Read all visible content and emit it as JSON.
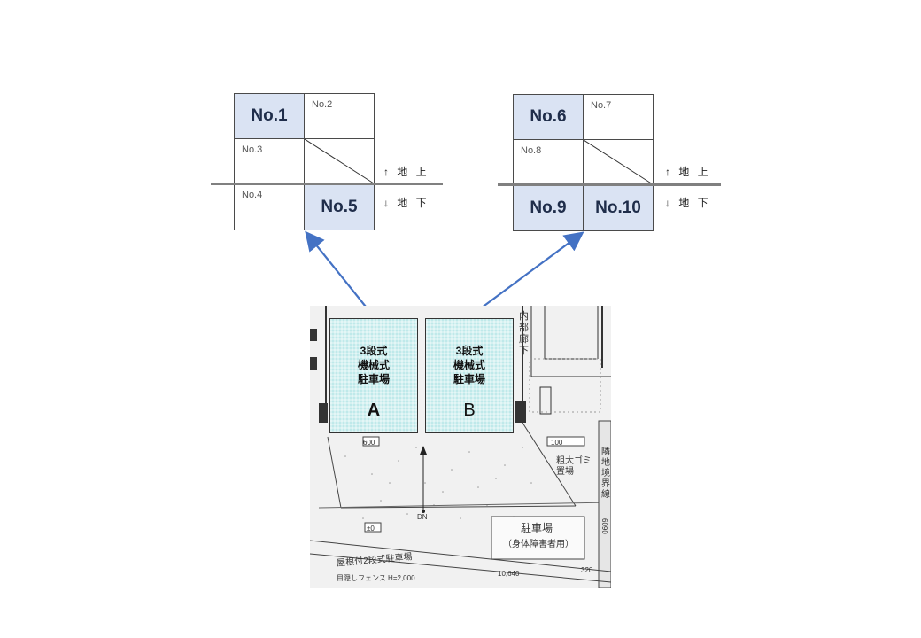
{
  "left_grid": {
    "no1": "No.1",
    "no2": "No.2",
    "no3": "No.3",
    "no4": "No.4",
    "no5": "No.5"
  },
  "right_grid": {
    "no6": "No.6",
    "no7": "No.7",
    "no8": "No.8",
    "no9": "No.9",
    "no10": "No.10"
  },
  "levels": {
    "above": "↑ 地 上",
    "below": "↓ 地 下"
  },
  "plan": {
    "park_a_title": "3段式\n機械式\n駐車場",
    "park_a_label": "A",
    "park_b_title": "3段式\n機械式\n駐車場",
    "park_b_label": "B",
    "corridor": "内部廊下",
    "garbage": "粗大ゴミ置場",
    "boundary": "隣地境界線",
    "parking": "駐車場",
    "disabled": "（身体障害者用）",
    "roof_parking": "屋根付2段式駐車場",
    "fence": "目隠しフェンス H=2,000",
    "dn": "DN",
    "dim_600": "600",
    "dim_10640": "10,640",
    "dim_320": "320",
    "dim_100": "100",
    "dim_6090": "6090",
    "pm0": "±0"
  },
  "colors": {
    "highlight": "#dae3f3",
    "arrow": "#4472c4",
    "park_fill": "#bfe9ea"
  }
}
